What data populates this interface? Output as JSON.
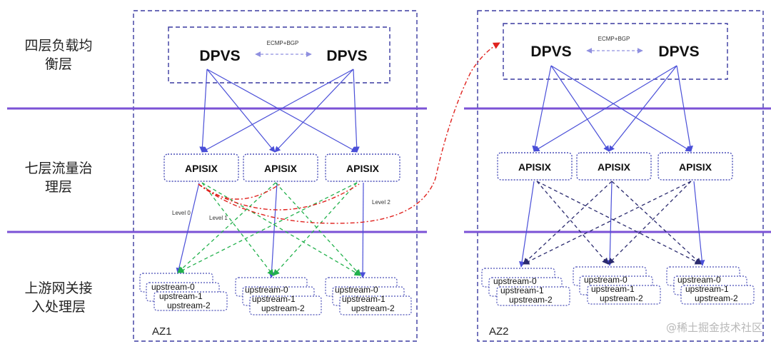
{
  "layers": [
    {
      "lines": [
        "四层负载均",
        "衡层"
      ]
    },
    {
      "lines": [
        "七层流量治",
        "理层"
      ]
    },
    {
      "lines": [
        "上游网关接",
        "入处理层"
      ]
    }
  ],
  "az1": {
    "label": "AZ1",
    "dpvs": [
      "DPVS",
      "DPVS"
    ],
    "ecmp": "ECMP+BGP",
    "apisix": [
      "APISIX",
      "APISIX",
      "APISIX"
    ],
    "upstreams": [
      "upstream-0",
      "upstream-1",
      "upstream-2"
    ],
    "levels": [
      "Level 0",
      "Level 1",
      "Level 2"
    ]
  },
  "az2": {
    "label": "AZ2",
    "dpvs": [
      "DPVS",
      "DPVS"
    ],
    "ecmp": "ECMP+BGP",
    "apisix": [
      "APISIX",
      "APISIX",
      "APISIX"
    ],
    "upstreams": [
      "upstream-0",
      "upstream-1",
      "upstream-2"
    ]
  },
  "watermark": "@稀土掘金技术社区",
  "colors": {
    "layer_line": "#7b52d6",
    "arrow_blue": "#4a4fd8",
    "arrow_green": "#22b14c",
    "arrow_navy": "#2a2a6e",
    "arrow_red": "#e0221e",
    "box_border": "#4a4fb8"
  }
}
